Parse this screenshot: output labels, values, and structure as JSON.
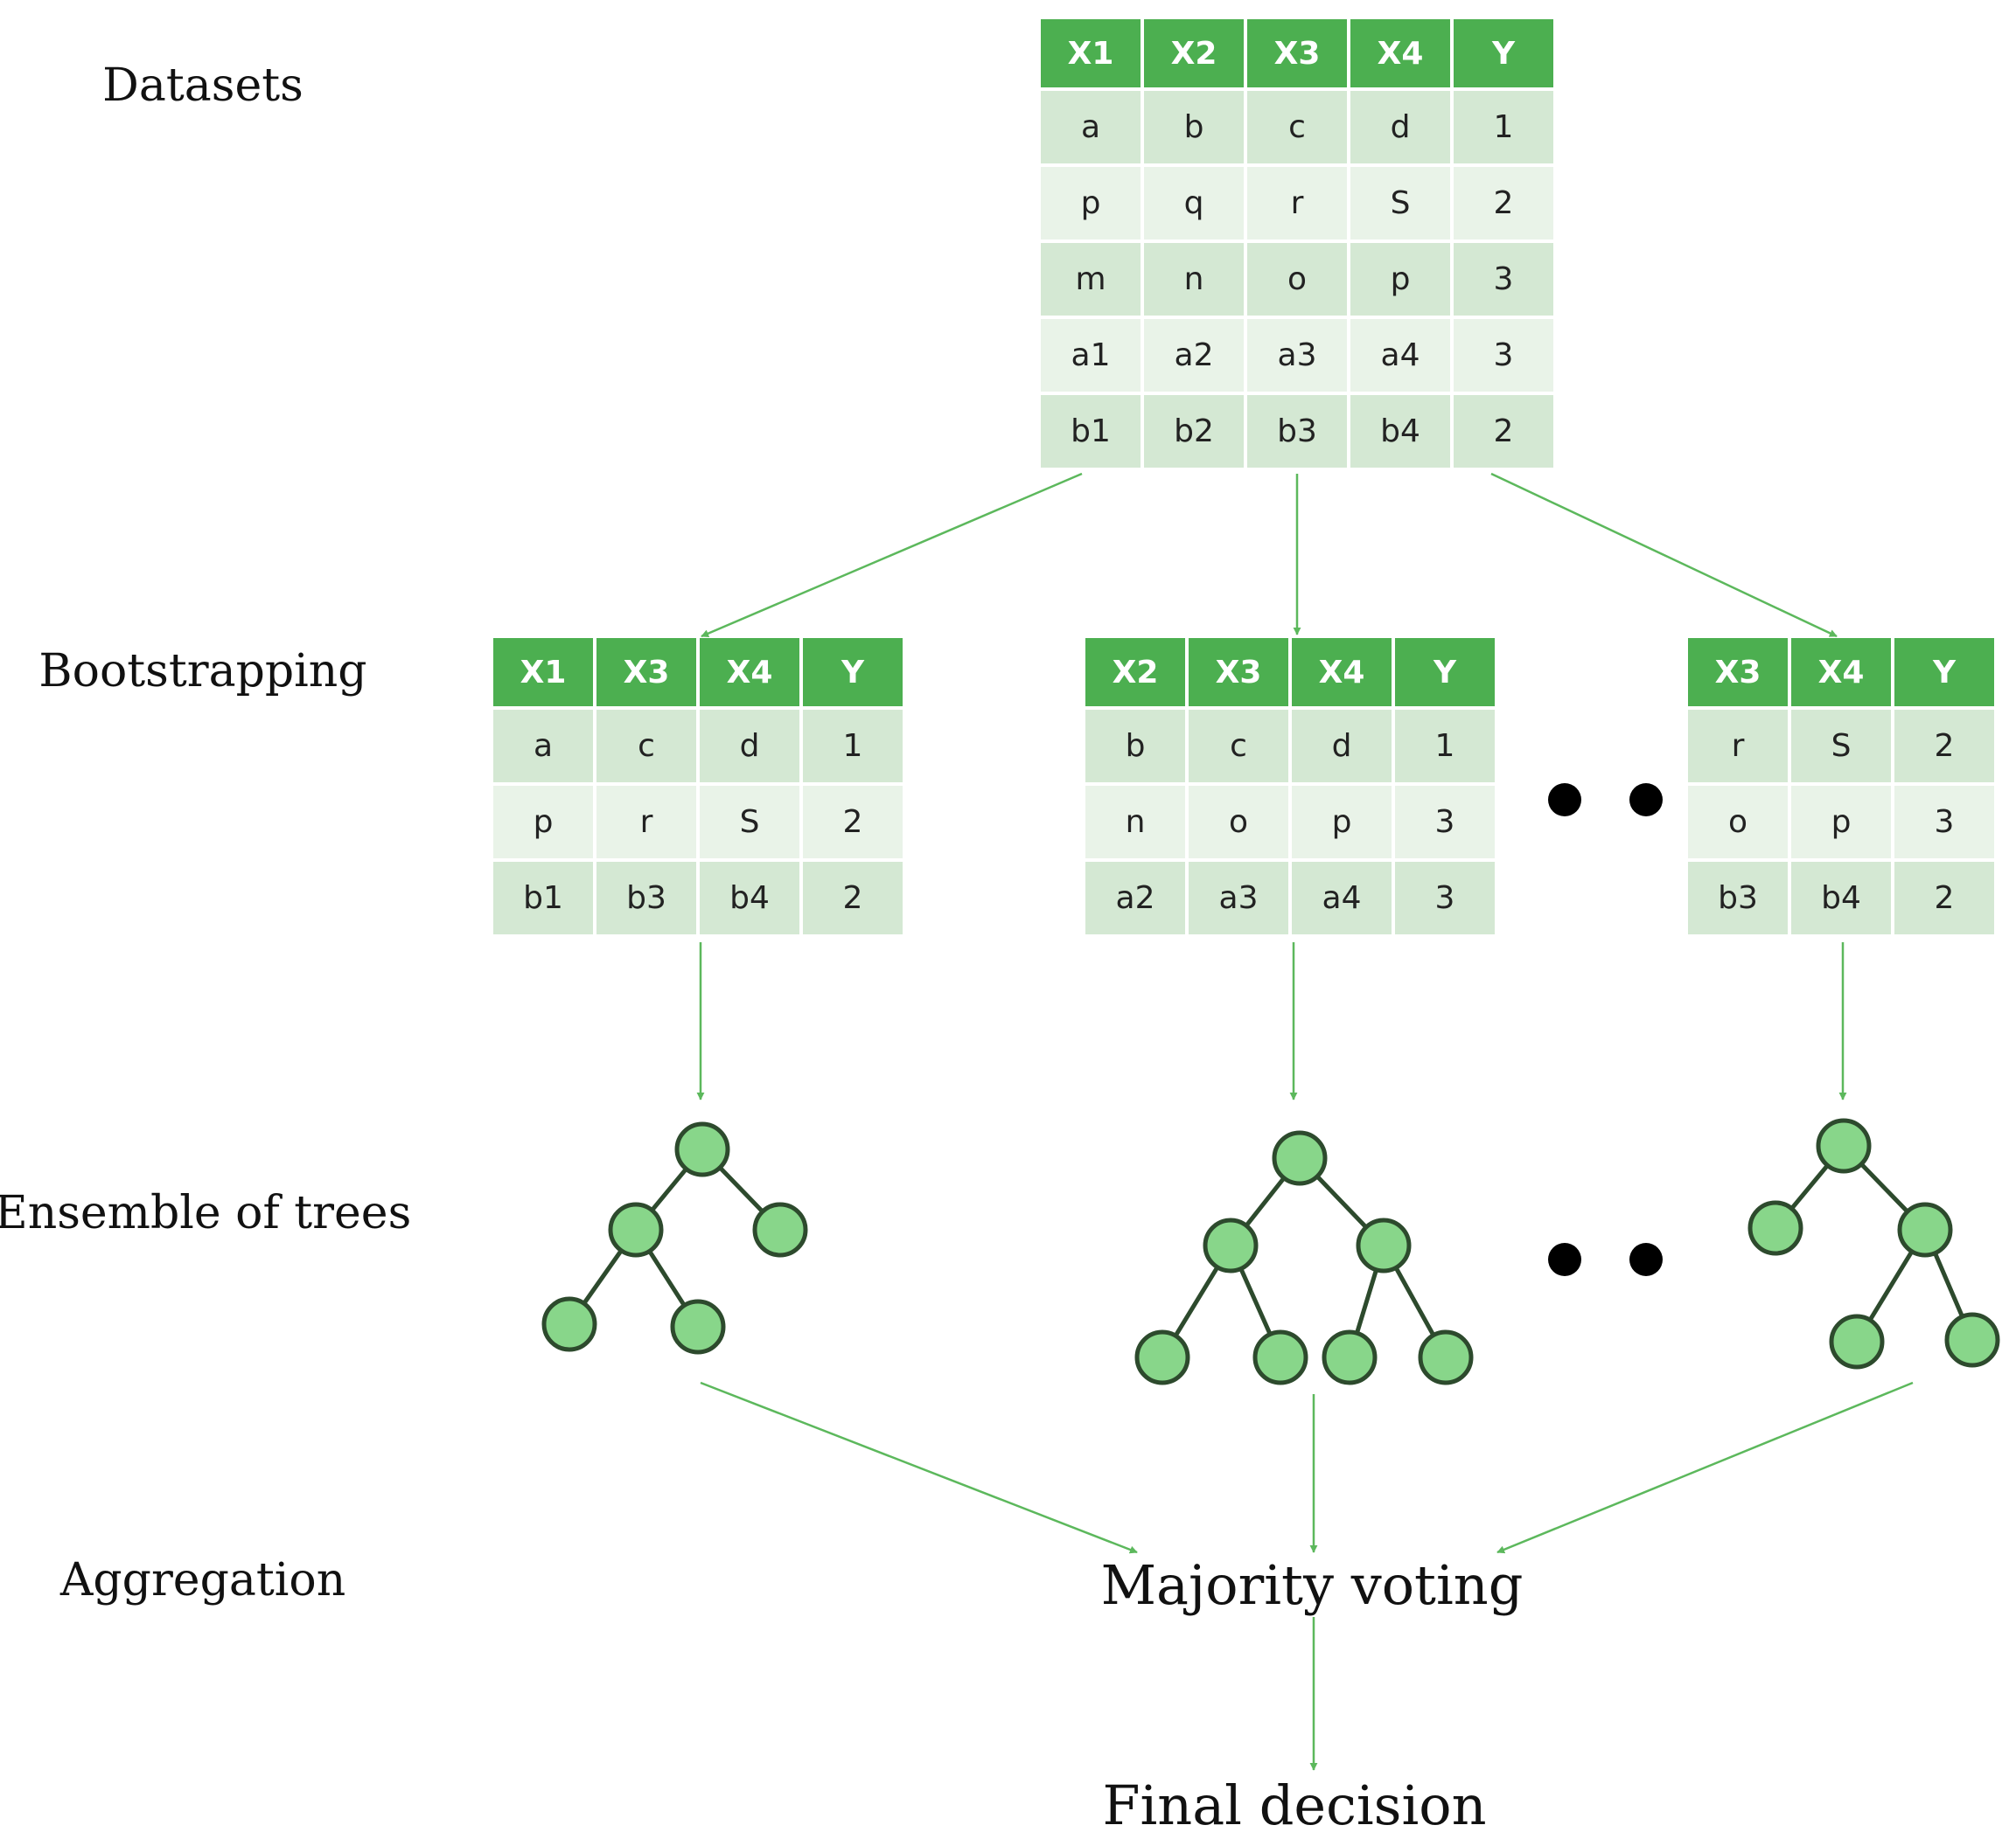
{
  "stage_labels": {
    "datasets": "Datasets",
    "bootstrapping": "Bootstrapping",
    "ensemble": "Ensemble of trees",
    "aggregation": "Aggregation"
  },
  "majority_voting": "Majority voting",
  "final_decision": "Final decision",
  "colors": {
    "header_fill": "#4caf50",
    "cell_fill_dark": "#d4e8d3",
    "cell_fill_light": "#e9f3e8",
    "arrow": "#5cb85c",
    "node_fill": "#88d68a",
    "node_stroke": "#2d4a2d",
    "dot": "#000000"
  },
  "main_table": {
    "headers": [
      "X1",
      "X2",
      "X3",
      "X4",
      "Y"
    ],
    "rows": [
      [
        "a",
        "b",
        "c",
        "d",
        "1"
      ],
      [
        "p",
        "q",
        "r",
        "S",
        "2"
      ],
      [
        "m",
        "n",
        "o",
        "p",
        "3"
      ],
      [
        "a1",
        "a2",
        "a3",
        "a4",
        "3"
      ],
      [
        "b1",
        "b2",
        "b3",
        "b4",
        "2"
      ]
    ]
  },
  "bootstrap_tables": [
    {
      "headers": [
        "X1",
        "X3",
        "X4",
        "Y"
      ],
      "rows": [
        [
          "a",
          "c",
          "d",
          "1"
        ],
        [
          "p",
          "r",
          "S",
          "2"
        ],
        [
          "b1",
          "b3",
          "b4",
          "2"
        ]
      ]
    },
    {
      "headers": [
        "X2",
        "X3",
        "X4",
        "Y"
      ],
      "rows": [
        [
          "b",
          "c",
          "d",
          "1"
        ],
        [
          "n",
          "o",
          "p",
          "3"
        ],
        [
          "a2",
          "a3",
          "a4",
          "3"
        ]
      ]
    },
    {
      "headers": [
        "X3",
        "X4",
        "Y"
      ],
      "rows": [
        [
          "r",
          "S",
          "2"
        ],
        [
          "o",
          "p",
          "3"
        ],
        [
          "b3",
          "b4",
          "2"
        ]
      ]
    }
  ],
  "trees": [
    {
      "nodes": 5,
      "edges": [
        [
          0,
          1
        ],
        [
          0,
          2
        ],
        [
          1,
          3
        ],
        [
          1,
          4
        ]
      ]
    },
    {
      "nodes": 7,
      "edges": [
        [
          0,
          1
        ],
        [
          0,
          2
        ],
        [
          1,
          3
        ],
        [
          1,
          4
        ],
        [
          2,
          5
        ],
        [
          2,
          6
        ]
      ]
    },
    {
      "nodes": 5,
      "edges": [
        [
          0,
          1
        ],
        [
          0,
          2
        ],
        [
          2,
          3
        ],
        [
          2,
          4
        ]
      ]
    }
  ],
  "ellipsis_rows": [
    "bootstrapping",
    "ensemble"
  ]
}
